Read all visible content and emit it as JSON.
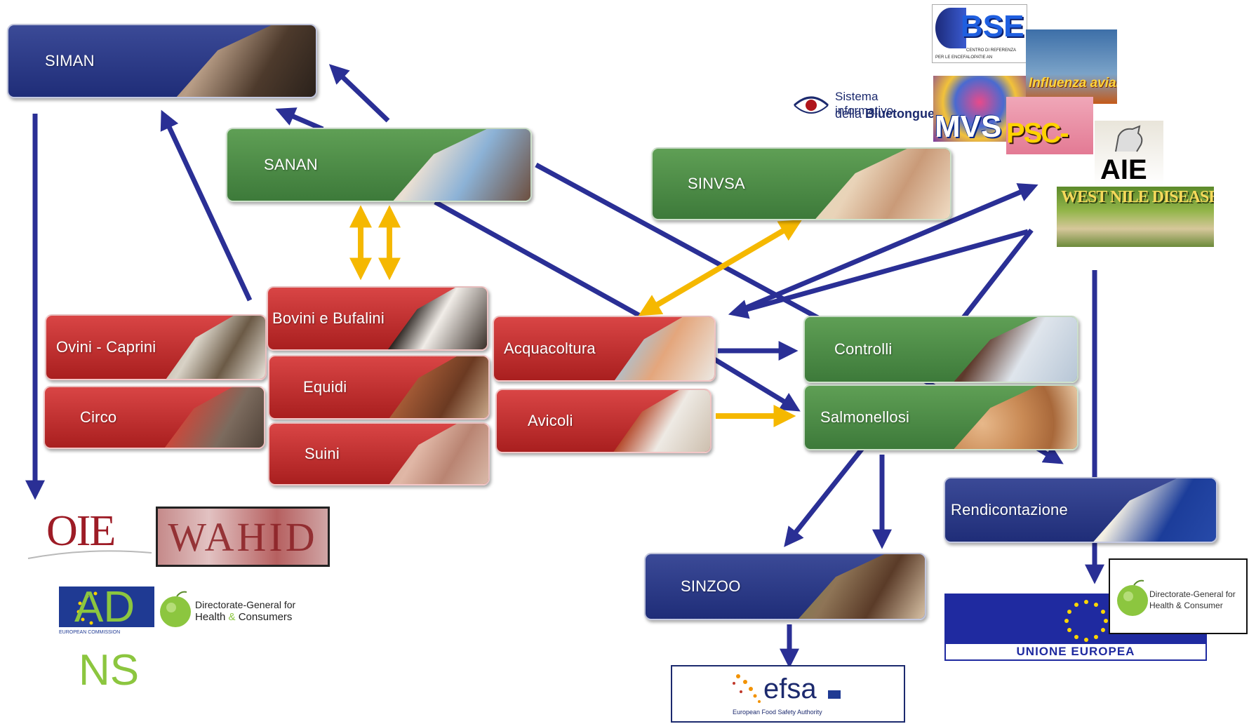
{
  "systems": {
    "siman": "SIMAN",
    "sanan": "SANAN",
    "sinvsa": "SINVSA",
    "controlli": "Controlli",
    "salmonellosi": "Salmonellosi",
    "rendicontazione": "Rendicontazione",
    "sinzoo": "SINZOO"
  },
  "registries": {
    "ovini": "Ovini - Caprini",
    "circo": "Circo",
    "bovini": "Bovini e Bufalini",
    "equidi": "Equidi",
    "suini": "Suini",
    "acquacoltura": "Acquacoltura",
    "avicoli": "Avicoli"
  },
  "logos": {
    "oie": "OIE",
    "wahid": "WAHID",
    "adns_top": "AD",
    "adns_bottom": "NS",
    "adns_sub": "EUROPEAN COMMISSION",
    "dg_line1": "Directorate-General for",
    "dg_line2a": "Health ",
    "dg_amp": "&",
    "dg_line2b": " Consumers",
    "dg2_line1": "Directorate-General for",
    "dg2_line2": "Health & Consumer",
    "bse": "BSE",
    "bse_sub1": "CENTRO DI REFERENZA",
    "bse_sub2": "PER LE ENCEFALOPATIE AN",
    "influenza": "Influenza aviare",
    "bluetongue1": "Sistema informativo",
    "bluetongue2a": "della ",
    "bluetongue2b": "Bluetongue",
    "mvs": "MVS",
    "psc": "PSC-PSA",
    "aie": "AIE",
    "westnile": "WEST NILE DISEASE",
    "ue": "UNIONE EUROPEA",
    "efsa": "efsa",
    "efsa_sub": "European Food Safety Authority"
  },
  "colors": {
    "arrow_blue": "#2a2f95",
    "arrow_yellow": "#f5b800",
    "box_blue": "#25347e",
    "box_green": "#478a43",
    "box_red": "#c02b2b"
  }
}
